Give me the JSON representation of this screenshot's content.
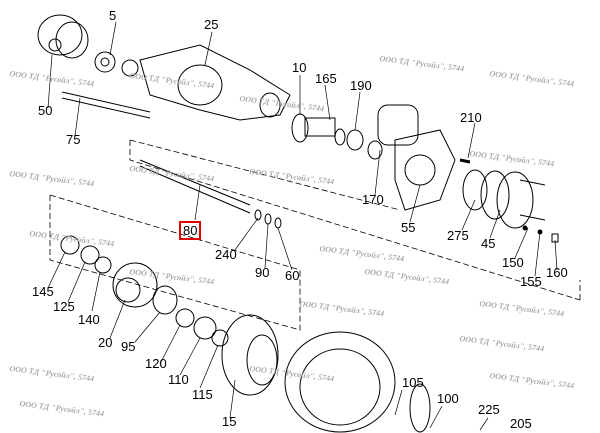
{
  "watermark": "ООО ТД \"Русойл\", 5744",
  "highlight_color": "#e00000",
  "labels": {
    "p5": "5",
    "p25": "25",
    "p10": "10",
    "p165": "165",
    "p190": "190",
    "p50": "50",
    "p75": "75",
    "p210": "210",
    "p170": "170",
    "p55": "55",
    "p275": "275",
    "p45": "45",
    "p80": "80",
    "p240": "240",
    "p90": "90",
    "p60": "60",
    "p150": "150",
    "p155": "155",
    "p160": "160",
    "p145": "145",
    "p125": "125",
    "p140": "140",
    "p20": "20",
    "p95": "95",
    "p120": "120",
    "p110": "110",
    "p115": "115",
    "p15": "15",
    "p105": "105",
    "p100": "100",
    "p225": "225",
    "p205": "205"
  }
}
